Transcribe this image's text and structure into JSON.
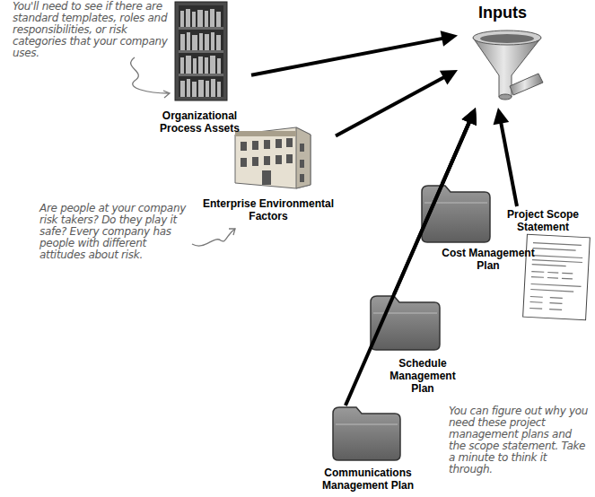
{
  "diagram": {
    "nodes": [
      {
        "text": [
          "Inputs"
        ]
      },
      {
        "text": [
          "Organizational Process Assets"
        ]
      },
      {
        "text": [
          "Enterprise Environmental Factors"
        ]
      },
      {
        "text": [
          "Project Scope Statement"
        ]
      },
      {
        "text": [
          "Cost Management Plan"
        ]
      },
      {
        "text": [
          "Schedule Management Plan"
        ]
      },
      {
        "text": [
          "Communications Management Plan"
        ]
      }
    ],
    "edges": [
      {
        "from": 1,
        "to": 0,
        "arrow": "to"
      },
      {
        "from": 2,
        "to": 0,
        "arrow": "to"
      },
      {
        "from": 3,
        "to": 0,
        "arrow": "to"
      },
      {
        "from": 4,
        "to": 0,
        "arrow": "to"
      },
      {
        "from": 5,
        "to": 0,
        "arrow": "to"
      },
      {
        "from": 6,
        "to": 0,
        "arrow": "to"
      }
    ],
    "labels": [
      "You'll need to see if there are standard templates, roles and responsibilities, or risk categories that your company uses.",
      "Are people at your company risk takers? Do they play it safe? Every company has people with different attitudes about risk.",
      "You can figure out why you need these project management plans and the scope statement. Take a minute to think it through."
    ]
  }
}
